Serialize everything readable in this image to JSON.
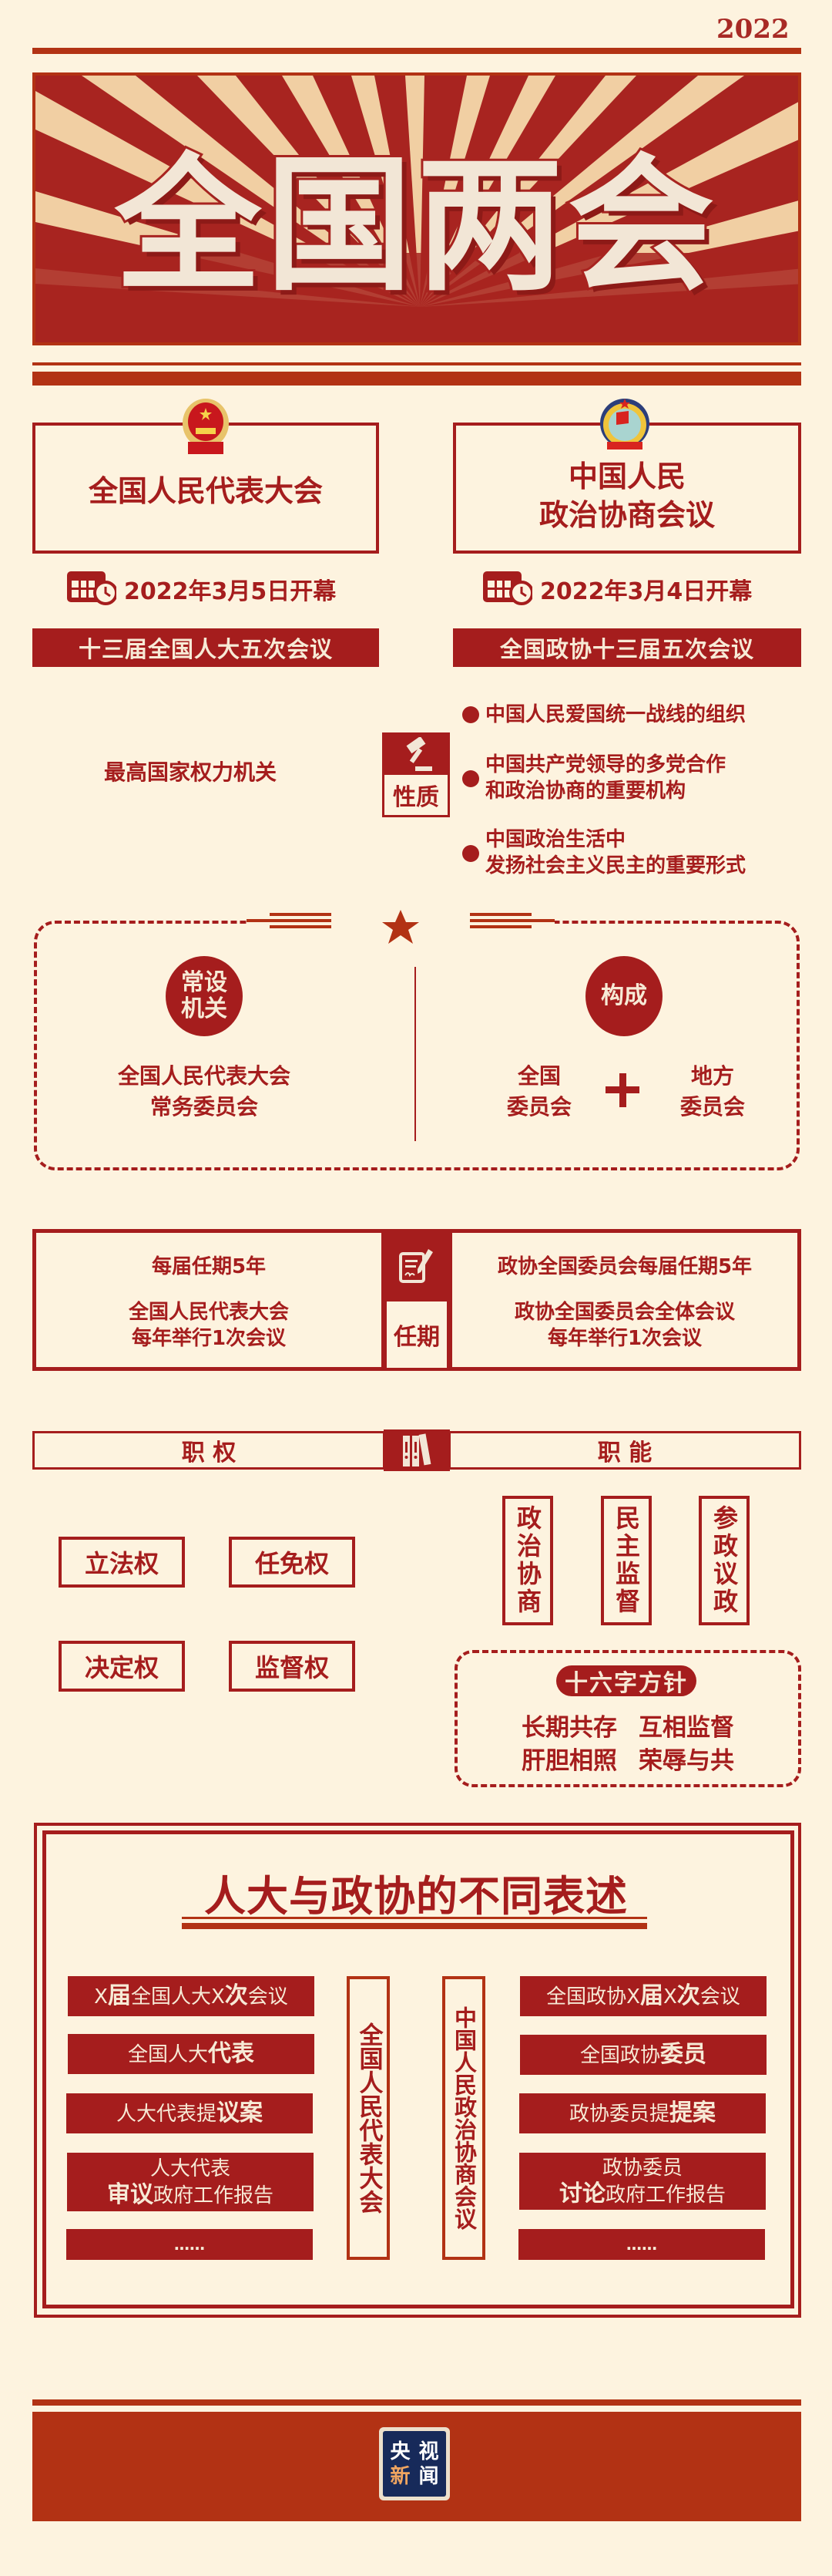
{
  "header": {
    "year": "2022",
    "banner_title": "全国两会"
  },
  "npc": {
    "name": "全国人民代表大会",
    "emblem_icon": "national-emblem-icon",
    "date": "2022年3月5日开幕",
    "session": "十三届全国人大五次会议",
    "nature": "最高国家权力机关",
    "standing_label_l1": "常设",
    "standing_label_l2": "机关",
    "standing_body_l1": "全国人民代表大会",
    "standing_body_l2": "常务委员会",
    "term": "每届任期5年",
    "meeting_l1": "全国人民代表大会",
    "meeting_l2": "每年举行1次会议"
  },
  "cppcc": {
    "name_l1": "中国人民",
    "name_l2": "政治协商会议",
    "emblem_icon": "cppcc-emblem-icon",
    "date": "2022年3月4日开幕",
    "session": "全国政协十三届五次会议",
    "nature": [
      "中国人民爱国统一战线的组织",
      "中国共产党领导的多党合作\n和政治协商的重要机构",
      "中国政治生活中\n发扬社会主义民主的重要形式"
    ],
    "nature_lines": [
      [
        "中国人民爱国统一战线的组织"
      ],
      [
        "中国共产党领导的多党合作",
        "和政治协商的重要机构"
      ],
      [
        "中国政治生活中",
        "发扬社会主义民主的重要形式"
      ]
    ],
    "composition_label": "构成",
    "comp_national_l1": "全国",
    "comp_national_l2": "委员会",
    "plus": "+",
    "comp_local_l1": "地方",
    "comp_local_l2": "委员会",
    "term": "政协全国委员会每届任期5年",
    "meeting_l1": "政协全国委员会全体会议",
    "meeting_l2": "每年举行1次会议"
  },
  "labels": {
    "nature": "性质",
    "term": "任期",
    "powers": "职 权",
    "functions": "职 能"
  },
  "powers": [
    "立法权",
    "任免权",
    "决定权",
    "监督权"
  ],
  "functions": [
    "政治协商",
    "民主监督",
    "参政议政"
  ],
  "sixteen": {
    "title": "十六字方针",
    "row1": [
      "长期共存",
      "互相监督"
    ],
    "row2": [
      "肝胆相照",
      "荣辱与共"
    ]
  },
  "expressions": {
    "title": "人大与政协的不同表述",
    "npc_vertical": "全国人民代表大会",
    "cppcc_vertical": "中国人民政治协商会议",
    "npc_items": [
      {
        "parts": [
          [
            "X",
            false
          ],
          [
            "届",
            true
          ],
          [
            "全国人大X",
            false
          ],
          [
            "次",
            true
          ],
          [
            "会议",
            false
          ]
        ]
      },
      {
        "parts": [
          [
            "全国人大",
            false
          ],
          [
            "代表",
            true
          ]
        ]
      },
      {
        "parts": [
          [
            "人大代表提",
            false
          ],
          [
            "议案",
            true
          ]
        ]
      },
      {
        "line1": "人大代表",
        "parts": [
          [
            "审议",
            true
          ],
          [
            "政府工作报告",
            false
          ]
        ]
      },
      {
        "parts": [
          [
            "……",
            true
          ]
        ]
      }
    ],
    "cppcc_items": [
      {
        "parts": [
          [
            "全国政协X",
            false
          ],
          [
            "届",
            true
          ],
          [
            "X",
            false
          ],
          [
            "次",
            true
          ],
          [
            "会议",
            false
          ]
        ]
      },
      {
        "parts": [
          [
            "全国政协",
            false
          ],
          [
            "委员",
            true
          ]
        ]
      },
      {
        "parts": [
          [
            "政协委员提",
            false
          ],
          [
            "提案",
            true
          ]
        ]
      },
      {
        "line1": "政协委员",
        "parts": [
          [
            "讨论",
            true
          ],
          [
            "政府工作报告",
            false
          ]
        ]
      },
      {
        "parts": [
          [
            "……",
            true
          ]
        ]
      }
    ]
  },
  "footer": {
    "logo_chars": [
      "央",
      "视",
      "新",
      "闻"
    ]
  },
  "colors": {
    "background": "#fdf3df",
    "primary_red": "#a51d1d",
    "accent_orange_red": "#b23214",
    "cream_text": "#f7ead6",
    "logo_navy": "#172a5a",
    "logo_orange": "#f0a560"
  }
}
